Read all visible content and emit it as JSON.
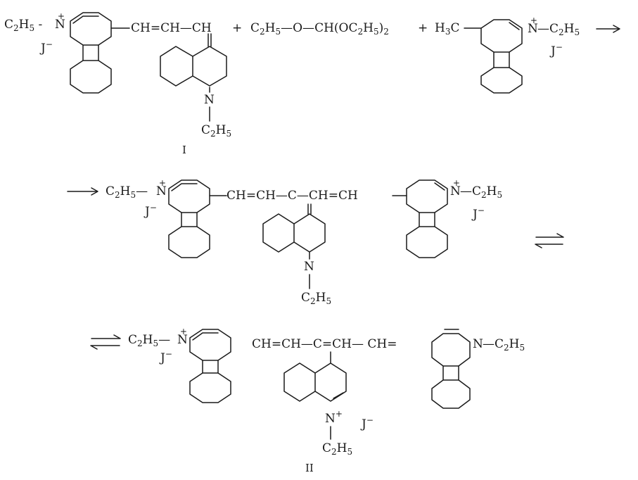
{
  "reaction": {
    "reactant_1": {
      "ethyl_left": [
        "C",
        "2",
        "H",
        "5"
      ],
      "n_plus": [
        "N",
        "+"
      ],
      "iodide": [
        "J",
        "−"
      ],
      "chain": "CH=CH—CH",
      "lower_n": "N",
      "lower_ethyl": [
        "C",
        "2",
        "H",
        "5"
      ],
      "label": "I"
    },
    "plus_sign": "+",
    "reagent": {
      "ethyl": [
        "C",
        "2",
        "H",
        "5"
      ],
      "oxygen": "—O—",
      "rest": [
        "CH(OC",
        "2",
        "H",
        "5",
        ")",
        "2"
      ]
    },
    "reactant_2": {
      "methyl": [
        "H",
        "3",
        "C"
      ],
      "n_plus": [
        "N",
        "+"
      ],
      "ethyl": [
        "—C",
        "2",
        "H",
        "5"
      ],
      "iodide": [
        "J",
        "−"
      ]
    },
    "intermediate": {
      "ethyl_left": [
        "C",
        "2",
        "H",
        "5",
        "—"
      ],
      "n_plus_left": [
        "N",
        "+"
      ],
      "iodide_left": [
        "J",
        "−"
      ],
      "chain": "CH=CH—C—CH=CH",
      "n_plus_right": [
        "N",
        "+"
      ],
      "ethyl_right": [
        "—C",
        "2",
        "H",
        "5"
      ],
      "iodide_right": [
        "J",
        "−"
      ],
      "lower_n": "N",
      "lower_ethyl": [
        "C",
        "2",
        "H",
        "5"
      ]
    },
    "product": {
      "ethyl_left": [
        "C",
        "2",
        "H",
        "5",
        "—"
      ],
      "n_plus_left": [
        "N",
        "+"
      ],
      "iodide_left": [
        "J",
        "−"
      ],
      "chain": "CH=CH—C=CH— CH=",
      "n_right": "N",
      "ethyl_right": [
        "—C",
        "2",
        "H",
        "5"
      ],
      "lower_n_plus": [
        "N",
        "+"
      ],
      "lower_iodide": [
        "J",
        "−"
      ],
      "lower_ethyl": [
        "C",
        "2",
        "H",
        "5"
      ],
      "label": "II"
    }
  }
}
